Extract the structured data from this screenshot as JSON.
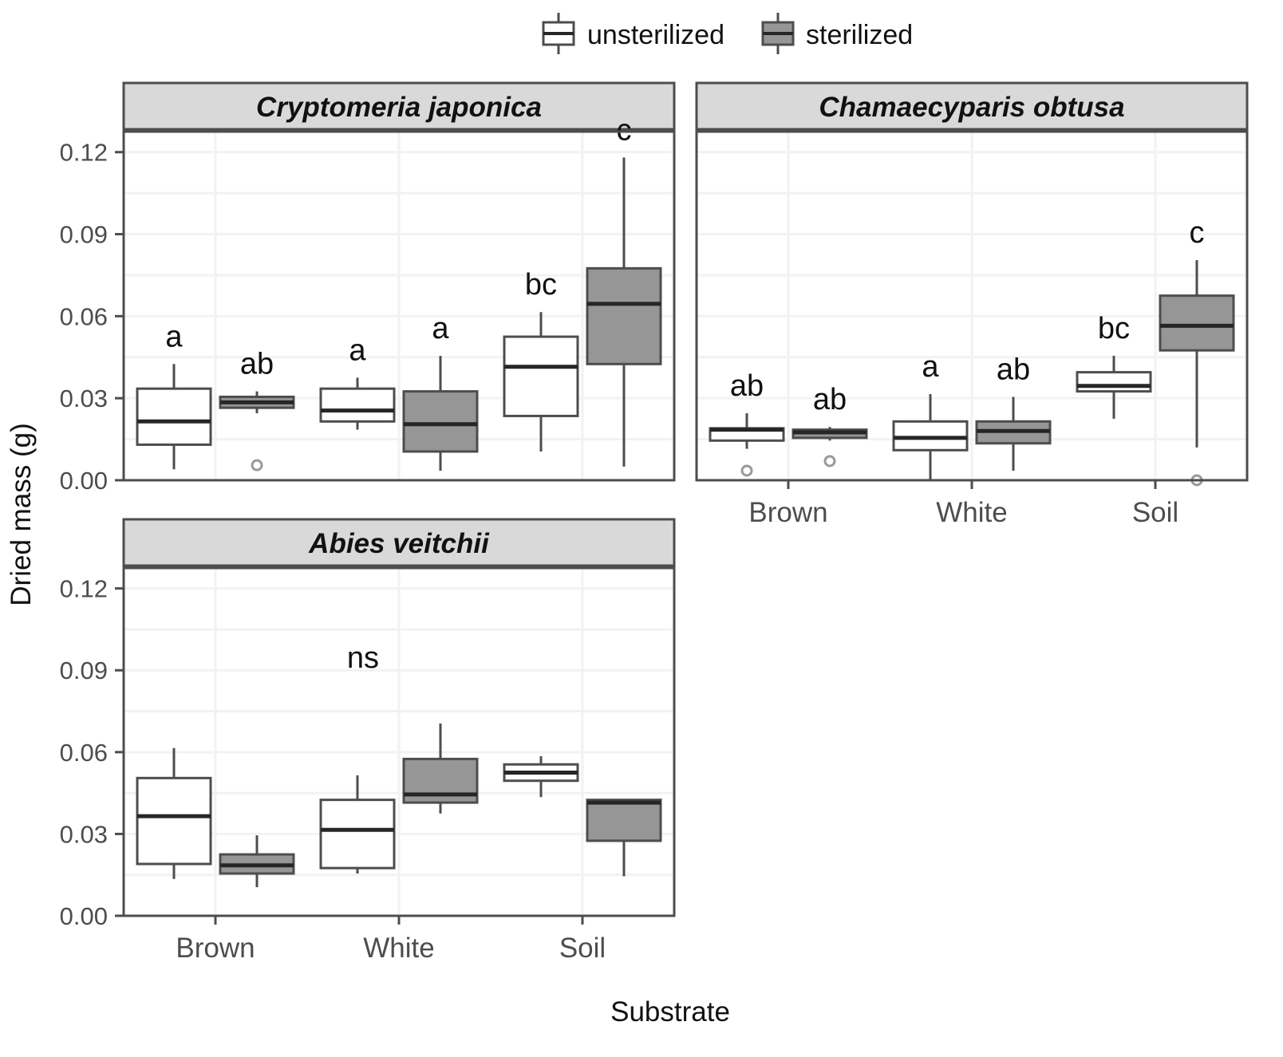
{
  "figure": {
    "axis_titles": {
      "x": "Substrate",
      "y": "Dried mass (g)"
    },
    "colors": {
      "unsterilized_fill": "#ffffff",
      "sterilized_fill": "#969696",
      "box_stroke": "#4d4d4d",
      "median_stroke": "#262626",
      "strip_bg": "#d9d9d9",
      "strip_border": "#4d4d4d",
      "panel_border": "#4d4d4d",
      "gridline": "#f2f2f2",
      "outlier_fill": "#9a9a9a"
    },
    "legend": {
      "position": "top",
      "items": [
        {
          "label": "unsterilized",
          "swatch": "unsterilized-box-icon",
          "fill": "#ffffff"
        },
        {
          "label": "sterilized",
          "swatch": "sterilized-box-icon",
          "fill": "#969696"
        }
      ]
    }
  },
  "chart_data": {
    "type": "boxplot",
    "title": "",
    "xlabel": "Substrate",
    "ylabel": "Dried mass (g)",
    "ylim": [
      0.0,
      0.1275
    ],
    "yticks": [
      0.0,
      0.03,
      0.06,
      0.09,
      0.12
    ],
    "ytick_labels": [
      "0.00",
      "0.03",
      "0.06",
      "0.09",
      "0.12"
    ],
    "minor_gridlines": [
      0.015,
      0.045,
      0.075,
      0.105
    ],
    "grid": true,
    "categories": [
      "Brown",
      "White",
      "Soil"
    ],
    "groups": [
      "unsterilized",
      "sterilized"
    ],
    "panels": [
      {
        "name": "Cryptomeria japonica",
        "significance_note": null,
        "boxes": [
          {
            "category": "Brown",
            "group": "unsterilized",
            "min": 0.004,
            "q1": 0.013,
            "median": 0.0215,
            "q3": 0.0335,
            "max": 0.0425,
            "outliers": [],
            "letter": "a"
          },
          {
            "category": "Brown",
            "group": "sterilized",
            "min": 0.0245,
            "q1": 0.0265,
            "median": 0.0285,
            "q3": 0.0305,
            "max": 0.0325,
            "outliers": [
              0.0055
            ],
            "letter": "ab"
          },
          {
            "category": "White",
            "group": "unsterilized",
            "min": 0.0185,
            "q1": 0.0215,
            "median": 0.0255,
            "q3": 0.0335,
            "max": 0.0375,
            "outliers": [],
            "letter": "a"
          },
          {
            "category": "White",
            "group": "sterilized",
            "min": 0.0035,
            "q1": 0.0105,
            "median": 0.0205,
            "q3": 0.0325,
            "max": 0.0455,
            "outliers": [],
            "letter": "a"
          },
          {
            "category": "Soil",
            "group": "unsterilized",
            "min": 0.0105,
            "q1": 0.0235,
            "median": 0.0415,
            "q3": 0.0525,
            "max": 0.0615,
            "outliers": [],
            "letter": "bc"
          },
          {
            "category": "Soil",
            "group": "sterilized",
            "min": 0.005,
            "q1": 0.0425,
            "median": 0.0645,
            "q3": 0.0775,
            "max": 0.118,
            "outliers": [],
            "letter": "c"
          }
        ]
      },
      {
        "name": "Chamaecyparis obtusa",
        "significance_note": null,
        "boxes": [
          {
            "category": "Brown",
            "group": "unsterilized",
            "min": 0.0115,
            "q1": 0.0145,
            "median": 0.0185,
            "q3": 0.019,
            "max": 0.0245,
            "outliers": [
              0.0035
            ],
            "letter": "ab"
          },
          {
            "category": "Brown",
            "group": "sterilized",
            "min": 0.0145,
            "q1": 0.0155,
            "median": 0.0175,
            "q3": 0.0185,
            "max": 0.0195,
            "outliers": [
              0.007
            ],
            "letter": "ab"
          },
          {
            "category": "White",
            "group": "unsterilized",
            "min": 0.0,
            "q1": 0.011,
            "median": 0.0155,
            "q3": 0.0215,
            "max": 0.0315,
            "outliers": [],
            "letter": "a"
          },
          {
            "category": "White",
            "group": "sterilized",
            "min": 0.0035,
            "q1": 0.0135,
            "median": 0.018,
            "q3": 0.0215,
            "max": 0.0305,
            "outliers": [],
            "letter": "ab"
          },
          {
            "category": "Soil",
            "group": "unsterilized",
            "min": 0.0225,
            "q1": 0.0325,
            "median": 0.0345,
            "q3": 0.0395,
            "max": 0.0455,
            "outliers": [],
            "letter": "bc"
          },
          {
            "category": "Soil",
            "group": "sterilized",
            "min": 0.012,
            "q1": 0.0475,
            "median": 0.0565,
            "q3": 0.0675,
            "max": 0.0805,
            "outliers": [
              0.0
            ],
            "letter": "c"
          }
        ]
      },
      {
        "name": "Abies veitchii",
        "significance_note": "ns",
        "boxes": [
          {
            "category": "Brown",
            "group": "unsterilized",
            "min": 0.0135,
            "q1": 0.019,
            "median": 0.0365,
            "q3": 0.0505,
            "max": 0.0615,
            "outliers": [],
            "letter": null
          },
          {
            "category": "Brown",
            "group": "sterilized",
            "min": 0.0105,
            "q1": 0.0155,
            "median": 0.0185,
            "q3": 0.0225,
            "max": 0.0295,
            "outliers": [],
            "letter": null
          },
          {
            "category": "White",
            "group": "unsterilized",
            "min": 0.0155,
            "q1": 0.0175,
            "median": 0.0315,
            "q3": 0.0425,
            "max": 0.0515,
            "outliers": [],
            "letter": null
          },
          {
            "category": "White",
            "group": "sterilized",
            "min": 0.0375,
            "q1": 0.0415,
            "median": 0.0445,
            "q3": 0.0575,
            "max": 0.0705,
            "outliers": [],
            "letter": null
          },
          {
            "category": "Soil",
            "group": "unsterilized",
            "min": 0.0435,
            "q1": 0.0495,
            "median": 0.0525,
            "q3": 0.0555,
            "max": 0.0585,
            "outliers": [],
            "letter": null
          },
          {
            "category": "Soil",
            "group": "sterilized",
            "min": 0.0145,
            "q1": 0.0275,
            "median": 0.0415,
            "q3": 0.0425,
            "max": 0.0425,
            "outliers": [],
            "letter": null
          }
        ]
      }
    ]
  }
}
